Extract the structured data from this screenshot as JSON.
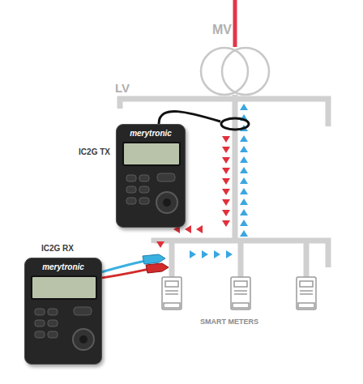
{
  "diagram": {
    "nodes": [
      {
        "text": [
          "IC2G TX",
          "merytronic"
        ]
      },
      {
        "text": [
          "IC2G RX",
          "merytronic"
        ]
      }
    ],
    "labels": [
      "MV",
      "LV",
      "SMART METERS"
    ]
  }
}
